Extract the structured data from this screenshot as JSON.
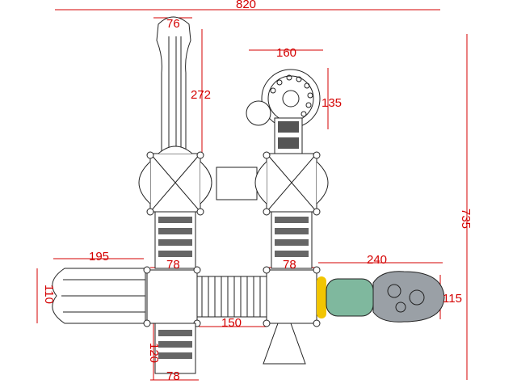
{
  "dimensions": {
    "total_width": "820",
    "total_height": "735",
    "slide_top_width": "76",
    "slide_top_length": "272",
    "spiral_width": "160",
    "spiral_height": "135",
    "slide_left_length": "195",
    "slide_left_width": "110",
    "deck_left_width": "78",
    "deck_right_width": "78",
    "bridge_length": "150",
    "stair_length": "120",
    "stair_width": "78",
    "tunnel_length": "240",
    "tunnel_width": "115"
  },
  "colors": {
    "dimension": "#d40000",
    "outline": "#222222",
    "tube_connector": "#f2c500",
    "tube": "#7fb89e",
    "tunnel_end": "#9aa0a6"
  }
}
